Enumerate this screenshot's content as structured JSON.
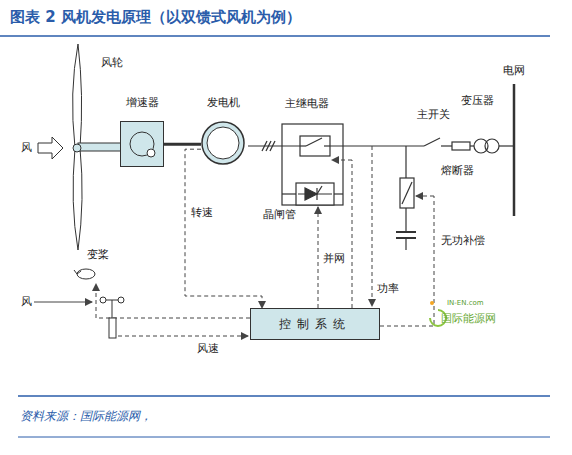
{
  "diagram": {
    "title": "图表 2 风机发电原理（以双馈式风机为例）",
    "caption": "资料来源：国际能源网，",
    "nodes": [
      {
        "text": [
          "增速器"
        ]
      },
      {
        "text": [
          "发电机"
        ]
      },
      {
        "text": [
          "控制系统"
        ]
      }
    ],
    "edges": [
      {
        "from": 0,
        "to": 1,
        "arrow": "none"
      },
      {
        "from": 1,
        "to": 2,
        "arrow": "to",
        "label": "转速"
      }
    ],
    "labels": [
      "风轮",
      "风",
      "主继电器",
      "晶闸管",
      "主开关",
      "熔断器",
      "变压器",
      "电网",
      "并网",
      "功率",
      "无功补偿",
      "变桨",
      "风",
      "风速",
      "IN-EN.com",
      "国际能源网"
    ]
  }
}
